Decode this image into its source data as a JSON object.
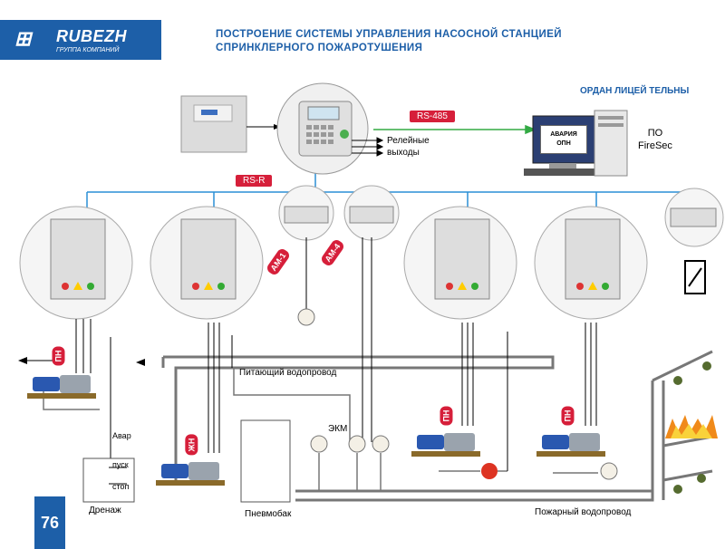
{
  "logo": {
    "brand": "RUBEZH",
    "subtitle": "ГРУППА КОМПАНИЙ"
  },
  "title": "ПОСТРОЕНИЕ СИСТЕМЫ УПРАВЛЕНИЯ НАСОСНОЙ СТАНЦИЕЙ СПРИНКЛЕРНОГО ПОЖАРОТУШЕНИЯ",
  "top_right_label": "ОРДАН ЛИЦЕЙ ТЕЛЬНЫ",
  "buses": {
    "rs485": "RS-485",
    "rsr": "RS-R"
  },
  "relay_outputs": [
    "Релейные",
    "выходы"
  ],
  "computer": {
    "alarm_line1": "АВАРИЯ",
    "alarm_line2": "ОПН",
    "software_line1": "ПО",
    "software_line2": "FireSec"
  },
  "modules": {
    "am1": "АМ-1",
    "am4": "АМ-4"
  },
  "pump_tags": {
    "pn": "ПН",
    "zhn": "ЖН"
  },
  "labels": {
    "supply_pipe": "Питающий водопровод",
    "ekm": "ЭКМ",
    "avar": "Авар",
    "pusk": "пуск",
    "stop": "стоп",
    "drain": "Дренаж",
    "tank": "Пневмобак",
    "fire_pipe": "Пожарный водопровод"
  },
  "page_number": "76",
  "colors": {
    "brand": "#1d5fa8",
    "bus": "#2a8fd6",
    "tag": "#d61f3a",
    "pipe": "#707070"
  }
}
